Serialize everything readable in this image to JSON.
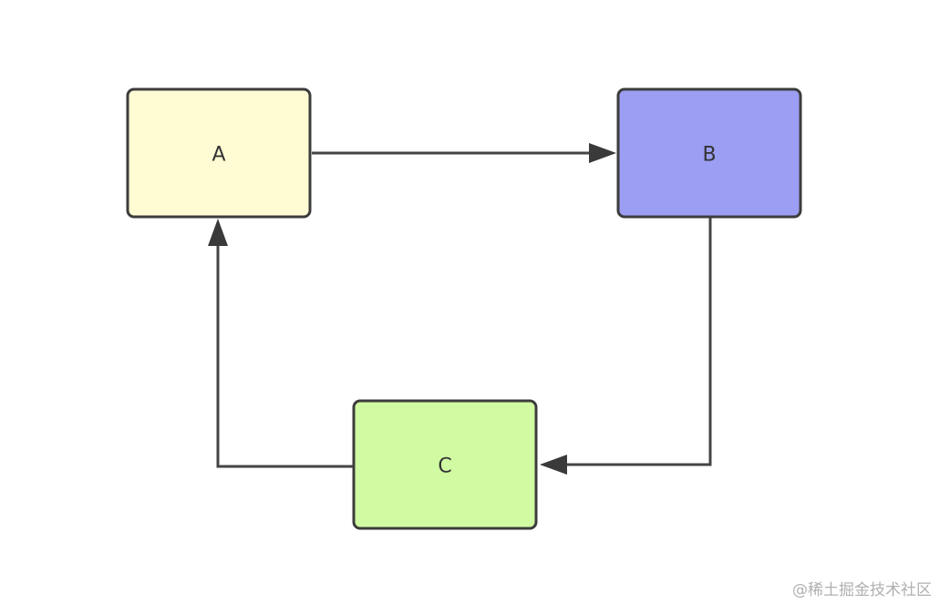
{
  "nodes": {
    "a": {
      "label": "A",
      "fill": "#fffcd4"
    },
    "b": {
      "label": "B",
      "fill": "#9b9ef2"
    },
    "c": {
      "label": "C",
      "fill": "#d0fba2"
    }
  },
  "edges": [
    {
      "from": "A",
      "to": "B"
    },
    {
      "from": "B",
      "to": "C"
    },
    {
      "from": "C",
      "to": "A"
    }
  ],
  "colors": {
    "stroke": "#3c3c3c",
    "edge": "#444444",
    "watermark": "#b0b0b0"
  },
  "watermark": "@稀土掘金技术社区"
}
